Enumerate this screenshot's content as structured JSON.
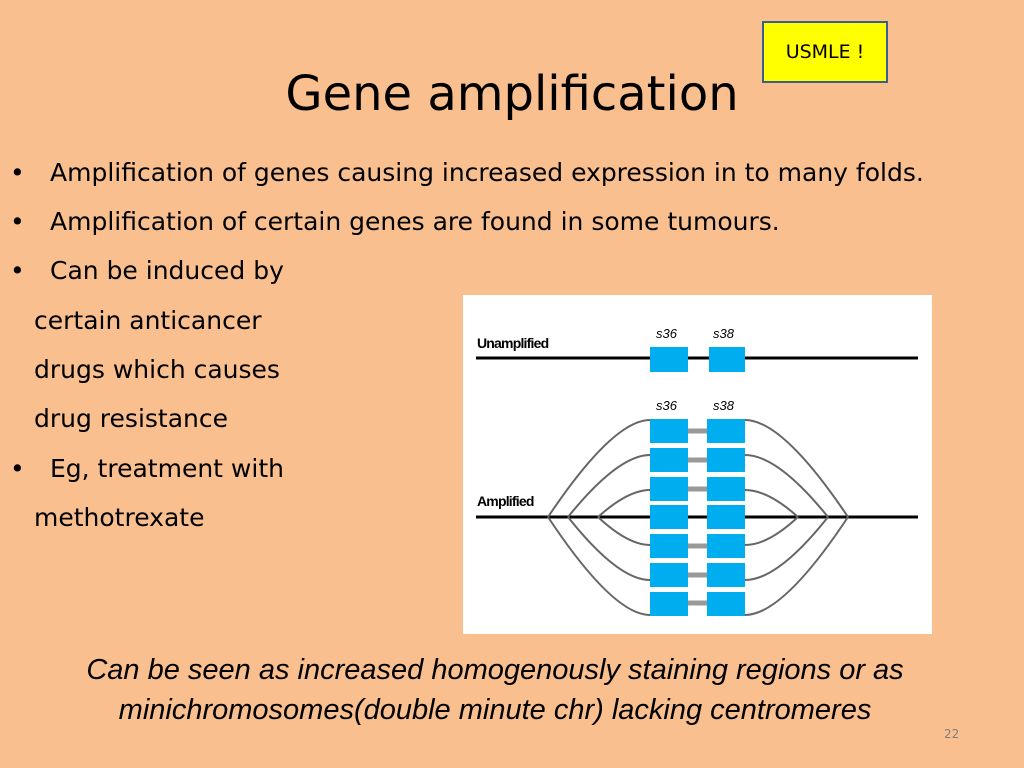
{
  "slide": {
    "title": "Gene amplification",
    "badge": "USMLE !",
    "bullets": [
      "Amplification of genes causing increased expression in to many folds.",
      "Amplification of certain genes are found in some tumours.",
      "Can be induced by",
      "certain anticancer",
      "drugs which causes",
      "drug resistance",
      "Eg, treatment with",
      "methotrexate"
    ],
    "bullet_glyph": "•",
    "footer": "Can be seen as increased homogenously staining regions or as minichromosomes(double minute chr) lacking centromeres",
    "page_number": "22"
  },
  "figure": {
    "unamplified_label": "Unamplified",
    "amplified_label": "Amplified",
    "gene_labels": [
      "s36",
      "s38"
    ],
    "amplified_copies": 7,
    "colors": {
      "gene_box": "#00aeef",
      "line": "#000000",
      "loop": "#666666"
    }
  }
}
